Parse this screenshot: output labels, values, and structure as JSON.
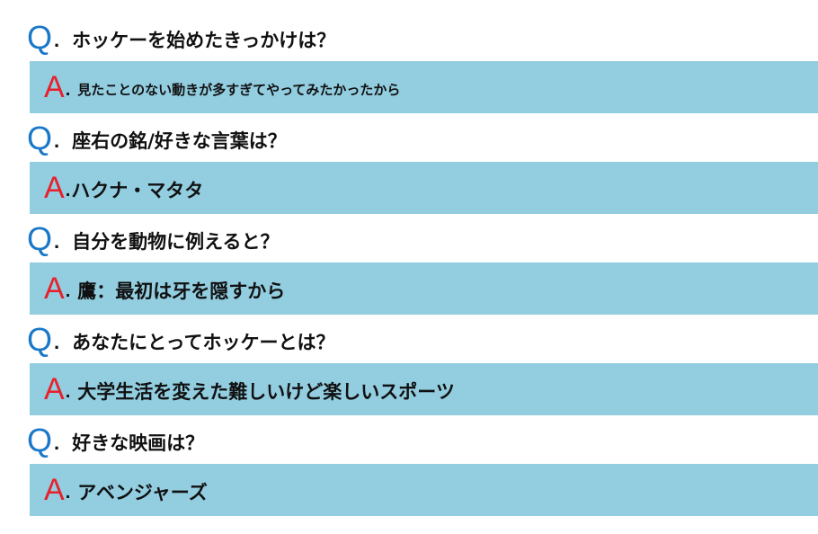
{
  "colors": {
    "q_letter": "#1a78c8",
    "a_letter": "#e8202a",
    "answer_background": "#92cde0"
  },
  "items": [
    {
      "q_letter": "Q",
      "q_mark": ".",
      "question": "ホッケーを始めたきっかけは？",
      "a_letter": "A",
      "a_mark": ".",
      "answer": "見たことのない動きが多すぎてやってみたかったから"
    },
    {
      "q_letter": "Q",
      "q_mark": ".",
      "question": "座右の銘/好きな言葉は？",
      "a_letter": "A",
      "a_mark": ".",
      "answer": "ハクナ・マタタ"
    },
    {
      "q_letter": "Q",
      "q_mark": ".",
      "question": "自分を動物に例えると？",
      "a_letter": "A",
      "a_mark": ".",
      "answer": "鷹：最初は牙を隠すから"
    },
    {
      "q_letter": "Q",
      "q_mark": ".",
      "question": "あなたにとってホッケーとは？",
      "a_letter": "A",
      "a_mark": ".",
      "answer": "大学生活を変えた難しいけど楽しいスポーツ"
    },
    {
      "q_letter": "Q",
      "q_mark": ".",
      "question": "好きな映画は？",
      "a_letter": "A",
      "a_mark": ".",
      "answer": "アベンジャーズ"
    }
  ]
}
